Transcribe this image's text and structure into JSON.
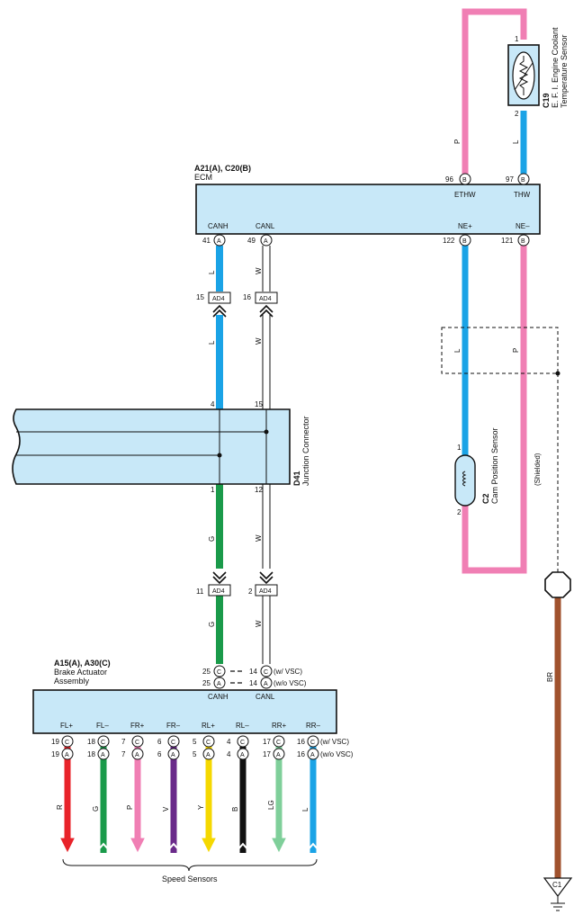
{
  "colors": {
    "L": "#1aa3e6",
    "P": "#f07fb4",
    "G": "#1a9a4a",
    "W": "#ffffff",
    "R": "#e8232a",
    "V": "#6a2a8a",
    "Y": "#f5d800",
    "B": "#111111",
    "LG": "#7fcf9a",
    "BR": "#a0522d",
    "box": "#c8e8f8"
  },
  "ecm": {
    "ref": "A21(A), C20(B)",
    "name": "ECM",
    "pins": {
      "canh": {
        "label": "CANH",
        "num": "41",
        "conn": "A"
      },
      "canl": {
        "label": "CANL",
        "num": "49",
        "conn": "A"
      },
      "ethw": {
        "label": "ETHW",
        "num": "96",
        "conn": "B"
      },
      "thw": {
        "label": "THW",
        "num": "97",
        "conn": "B"
      },
      "nep": {
        "label": "NE+",
        "num": "122",
        "conn": "B"
      },
      "nem": {
        "label": "NE–",
        "num": "121",
        "conn": "B"
      }
    }
  },
  "coolant_sensor": {
    "ref": "C19",
    "name_line1": "E. F. I.  Engine Coolant",
    "name_line2": "Temperature Sensor",
    "pin_top": "1",
    "pin_bottom": "2"
  },
  "cam_sensor": {
    "ref": "C2",
    "name": "Cam Position Sensor",
    "pin_top": "1",
    "pin_bottom": "2"
  },
  "junction": {
    "ref": "D41",
    "name": "Junction Connector",
    "pins_top": [
      "4",
      "15"
    ],
    "pins_bottom": [
      "1",
      "12"
    ]
  },
  "ad4_connectors": {
    "label": "AD4",
    "upper": [
      "15",
      "16"
    ],
    "lower": [
      "11",
      "2"
    ]
  },
  "wire_labels": {
    "canh": "L",
    "canl": "W",
    "canh_lower": "G",
    "canl_lower": "W",
    "ethw": "P",
    "thw": "L",
    "nep": "L",
    "nem": "P",
    "shield": "BR"
  },
  "shielded_label": "(Shielded)",
  "ground": {
    "ref": "C1"
  },
  "brake_actuator": {
    "ref": "A15(A), A30(C)",
    "name_line1": "Brake Actuator",
    "name_line2": "Assembly",
    "can_pins": {
      "canh": {
        "label": "CANH",
        "num_c": "25",
        "num_a": "25"
      },
      "canl": {
        "label": "CANL",
        "num_c": "14",
        "num_a": "14"
      }
    },
    "variant_c": "(w/ VSC)",
    "variant_a": "(w/o VSC)",
    "sensor_pins": [
      {
        "label": "FL+",
        "num_c": "19",
        "num_a": "19",
        "wire": "R"
      },
      {
        "label": "FL–",
        "num_c": "18",
        "num_a": "18",
        "wire": "G"
      },
      {
        "label": "FR+",
        "num_c": "7",
        "num_a": "7",
        "wire": "P"
      },
      {
        "label": "FR–",
        "num_c": "6",
        "num_a": "6",
        "wire": "V"
      },
      {
        "label": "RL+",
        "num_c": "5",
        "num_a": "5",
        "wire": "Y"
      },
      {
        "label": "RL–",
        "num_c": "4",
        "num_a": "4",
        "wire": "B"
      },
      {
        "label": "RR+",
        "num_c": "17",
        "num_a": "17",
        "wire": "LG"
      },
      {
        "label": "RR–",
        "num_c": "16",
        "num_a": "16",
        "wire": "L"
      }
    ],
    "speed_sensors_label": "Speed Sensors"
  }
}
